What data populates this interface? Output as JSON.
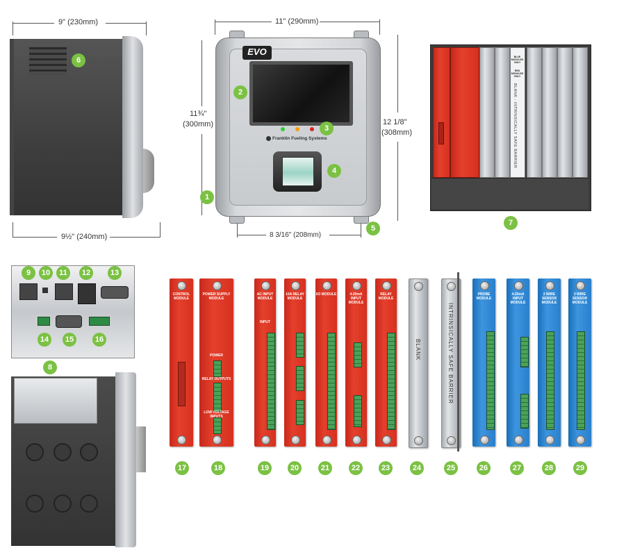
{
  "dimensions": {
    "side_top": "9\" (230mm)",
    "side_bottom": "9½\" (240mm)",
    "front_top": "11\" (290mm)",
    "front_left_in": "11¾\"",
    "front_left_mm": "(300mm)",
    "front_right_in": "12 1/8\"",
    "front_right_mm": "(308mm)",
    "front_bottom": "8 3/16\" (208mm)"
  },
  "console": {
    "logo": "EVO",
    "brand": "Franklin Fueling Systems"
  },
  "callouts": [
    "1",
    "2",
    "3",
    "4",
    "5",
    "6",
    "7",
    "8",
    "9",
    "10",
    "11",
    "12",
    "13",
    "14",
    "15",
    "16",
    "17",
    "18",
    "19",
    "20",
    "21",
    "22",
    "23",
    "24",
    "25",
    "26",
    "27",
    "28",
    "29"
  ],
  "rack_labels": {
    "blue_only": "BLUE MODULES ONLY",
    "red_only": "RED MODULES ONLY",
    "barrier": "BLANK - INTRINSICALLY SAFE BARRIER"
  },
  "modules": {
    "m17": {
      "title": "CONTROL MODULE"
    },
    "m18": {
      "title": "POWER SUPPLY MODULE",
      "power": "POWER",
      "relay": "RELAY OUTPUTS",
      "lowv": "LOW VOLTAGE INPUTS"
    },
    "m19": {
      "title": "AC INPUT MODULE",
      "input": "INPUT"
    },
    "m20": {
      "title": "10A RELAY MODULE"
    },
    "m21": {
      "title": "I/O MODULE"
    },
    "m22": {
      "title": "4-20mA INPUT MODULE"
    },
    "m23": {
      "title": "RELAY MODULE"
    },
    "m24": {
      "label": "BLANK"
    },
    "m25": {
      "label": "INTRINSICALLY SAFE BARRIER"
    },
    "m26": {
      "title": "PROBE MODULE"
    },
    "m27": {
      "title": "4-20mA INPUT MODULE"
    },
    "m28": {
      "title": "2 WIRE SENSOR MODULE"
    },
    "m29": {
      "title": "3 WIRE SENSOR MODULE"
    }
  },
  "colors": {
    "badge": "#7bc143",
    "red_module": "#d7301f",
    "blue_module": "#2a7fcb",
    "blank_module": "#c6cacf"
  }
}
